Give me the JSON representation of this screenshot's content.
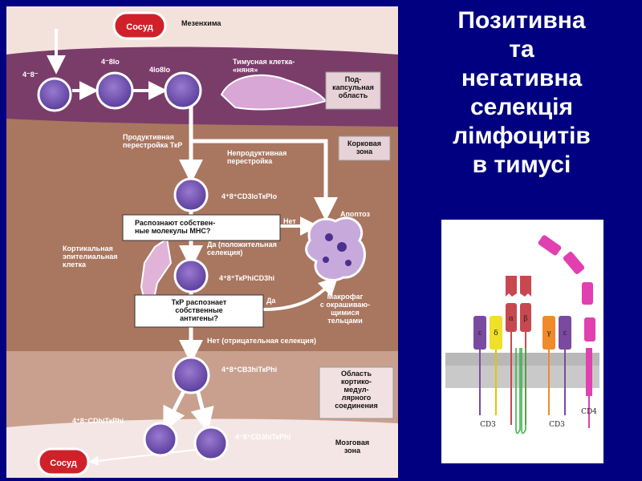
{
  "title_lines": [
    "Позитивна",
    "та",
    "негативна",
    "селекція",
    "лімфоцитів",
    "в тимусі"
  ],
  "diagram": {
    "vessel_top": "Сосуд",
    "mesenchyme": "Мезенхима",
    "cell_dn": "4⁻8⁻",
    "cell_4_8lo": "4⁻8lo",
    "cell_4lo8lo": "4lo8lo",
    "nurse_cell": "Тимусная клетка-\n«няня»",
    "subcapsular": "Под-\nкапсульная\nобласть",
    "productive": "Продуктивная\nперестройка ТкР",
    "cortex_zone": "Корковая\nзона",
    "nonproductive": "Непродуктивная\nперестройка",
    "cd3lo": "4⁺8⁺CD3loТкРlo",
    "apoptosis": "Апоптоз",
    "q1": "Распознают собствен-\nные молекулы МНС?",
    "no": "Нет",
    "yes_positive": "Да (положительная\nселекция)",
    "cortical_epith": "Кортикальная\nэпителиальная\nклетка",
    "cd3hi": "4⁺8⁺ТкРhiCD3hi",
    "q2": "ТкР распознает\nсобственные\nантигены?",
    "yes": "Да",
    "macrophage": "Макрофаг\nс окрашиваю-\nщимися\nтельцами",
    "no_negative": "Нет (отрицательная селекция)",
    "cb3hi": "4⁺8⁺CB3hiТкРhi",
    "junction": "Область\nкортико-\nмедул-\nлярного\nсоединения",
    "cd4_single": "4⁺8⁻CDhiТкРhi",
    "cd8_single": "4⁻8⁺CD3hiТкРhi",
    "medulla": "Мозговая\nзона",
    "vessel_bottom": "Сосуд"
  },
  "tcr": {
    "chains": [
      "ε",
      "δ",
      "α",
      "β",
      "γ",
      "ε"
    ],
    "cd3_left": "CD3",
    "cd3_right": "CD3",
    "cd4": "CD4"
  }
}
